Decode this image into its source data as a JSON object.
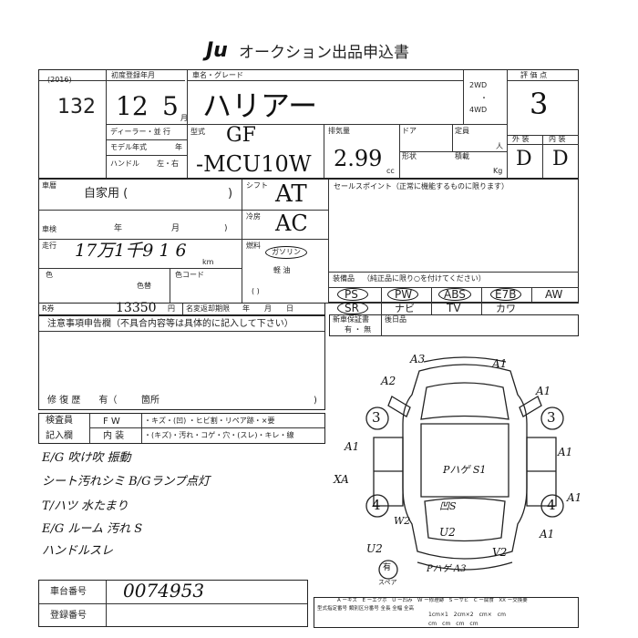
{
  "header": {
    "logo": "Ju",
    "title": "オークション出品申込書"
  },
  "top": {
    "year_label": "(2016)",
    "lot_no": "132",
    "first_reg_label": "初度登録年月",
    "reg_month": "12",
    "reg_day": "5",
    "reg_day_suffix": "月",
    "dealer_label": "ディーラー・並 行",
    "model_year_label": "モデル年式",
    "model_year_suffix": "年",
    "handle_label": "ハンドル",
    "handle_options": "左・右",
    "model_name_label": "車名・グレード",
    "car_name": "ハリアー",
    "type_label": "型式",
    "grade": "GF",
    "model_code": "-MCU10W",
    "displacement_label": "排気量",
    "displacement": "2.99",
    "cc": "cc",
    "door_label": "ドア",
    "capacity_label": "定員",
    "capacity_unit": "人",
    "shape_label": "形状",
    "load_label": "積載",
    "load_unit": "Kg",
    "wd2": "2WD",
    "wd4": "4WD",
    "rating_label": "評 価 点",
    "rating": "3",
    "exterior_label": "外 装",
    "interior_label": "内 装",
    "exterior": "D",
    "interior": "D"
  },
  "mid": {
    "history_label": "車暦",
    "history_value": "自家用 (",
    "history_close": ")",
    "shift_label": "シフト",
    "shift": "AT",
    "aircon_label": "冷房",
    "aircon": "AC",
    "fuel_label": "燃料",
    "fuel_value": "ガソリン",
    "diesel": "軽 油",
    "fuel_paren": "(   )",
    "inspection_label": "車検",
    "year_unit": "年",
    "month_unit": "月",
    "day_unit": ")",
    "mileage_label": "走行",
    "mileage": "17万1千9 1 6",
    "km": "km",
    "color_label": "色",
    "color_change_label": "色替",
    "color_code_label": "色コード",
    "sales_point_label": "セールスポイント（正常に機能するものに限ります）",
    "recycle_label": "R券",
    "recycle_amount": "13350",
    "yen": "円",
    "transfer_label": "名変返却期限",
    "transfer_units": "年　　月　　日",
    "equipment_label": "装備品",
    "equipment_note": "（純正品に限り○を付けてください）",
    "equip": [
      "PS",
      "PW",
      "ABS",
      "E7B",
      "AW",
      "SR",
      "ナビ",
      "TV",
      "カワ"
    ],
    "warranty_label": "新車保証書",
    "warranty_options": "有 ・ 無",
    "notes_label": "後日品",
    "caution_label": "注意事項申告欄（不具合内容等は具体的に記入して下さい）",
    "repair_label": "修 復 歴　　有（",
    "repair_suffix": "箇所",
    "repair_close": ")"
  },
  "inspector": {
    "title": "検査員",
    "title2": "記入欄",
    "fw_label": "F W",
    "fw_items": "・キズ・(凹) ・ヒビ割・リペア跡・×要",
    "interior_label": "内 装",
    "interior_items": "・(キズ)・汚れ・コゲ・穴・(スレ)・キレ・線",
    "notes": [
      "E/G 吹け吹 振動",
      "シート汚れシミ B/Gランプ点灯",
      "T/ハツ 水たまり",
      "E/G ルーム 汚れ S",
      "ハンドルスレ"
    ]
  },
  "diagram": {
    "marks": [
      "A3",
      "A1",
      "A2",
      "A1",
      "A1",
      "A1",
      "A1",
      "XA",
      "A1",
      "W2",
      "U2",
      "U2",
      "V2",
      "Pハゲ S1",
      "凹S",
      "Pハゲ A3"
    ],
    "tires": [
      "3",
      "3",
      "4",
      "4"
    ],
    "spare": "有",
    "spare_label": "スペア"
  },
  "footer": {
    "chassis_label": "車台番号",
    "chassis_no": "0074953",
    "reg_label": "登録番号",
    "legend": "A ーキズ　E ーエクボ　U ー凹み　W ー修理跡　S ーサビ　C ー腐食　XX ー交換要",
    "sizes1": "1cm×1　2cm×2　cm×　cm",
    "sizes2": "cm　cm　cm　cm",
    "legend_labels": "型式指定番号 類別区分番号 全長 全幅 全高"
  }
}
